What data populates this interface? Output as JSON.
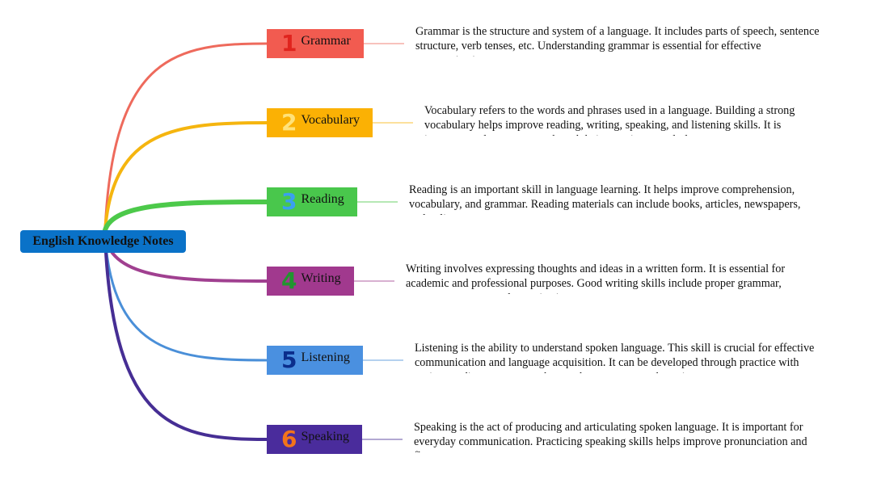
{
  "root": {
    "label": "English Knowledge Notes"
  },
  "topics": [
    {
      "number": "1",
      "label": "Grammar",
      "color": "#f25b50",
      "line_color": "#ee6a5c",
      "number_color": "#e0241e",
      "note": "Grammar is the structure and system of a language. It includes parts of speech, sentence structure, verb tenses, etc. Understanding grammar is essential for effective communication."
    },
    {
      "number": "2",
      "label": "Vocabulary",
      "color": "#fbb104",
      "line_color": "#f5b50f",
      "number_color": "#ffe27a",
      "note": "Vocabulary refers to the words and phrases used in a language. Building a strong vocabulary helps improve reading, writing, speaking, and listening skills. It is important to learn new words and their meanings regularly."
    },
    {
      "number": "3",
      "label": "Reading",
      "color": "#49c74c",
      "line_color": "#4cc94a",
      "number_color": "#3aa0f0",
      "note": "Reading is an important skill in language learning. It helps improve comprehension, vocabulary, and grammar. Reading materials can include books, articles, newspapers, and online resources."
    },
    {
      "number": "4",
      "label": "Writing",
      "color": "#a1398e",
      "line_color": "#a04090",
      "number_color": "#21952f",
      "note": "Writing involves expressing thoughts and ideas in a written form. It is essential for academic and professional purposes. Good writing skills include proper grammar, sentence structure, and organization."
    },
    {
      "number": "5",
      "label": "Listening",
      "color": "#4a90e0",
      "line_color": "#4a8fd8",
      "number_color": "#0b2e8c",
      "note": "Listening is the ability to understand spoken language. This skill is crucial for effective communication and language acquisition. It can be developed through practice with various audio resources, such as podcasts, songs, and movies."
    },
    {
      "number": "6",
      "label": "Speaking",
      "color": "#4a2c9c",
      "line_color": "#462e94",
      "number_color": "#f3741a",
      "note": "Speaking is the act of producing and articulating spoken language. It is important for everyday communication. Practicing speaking skills helps improve pronunciation and fluency."
    }
  ]
}
